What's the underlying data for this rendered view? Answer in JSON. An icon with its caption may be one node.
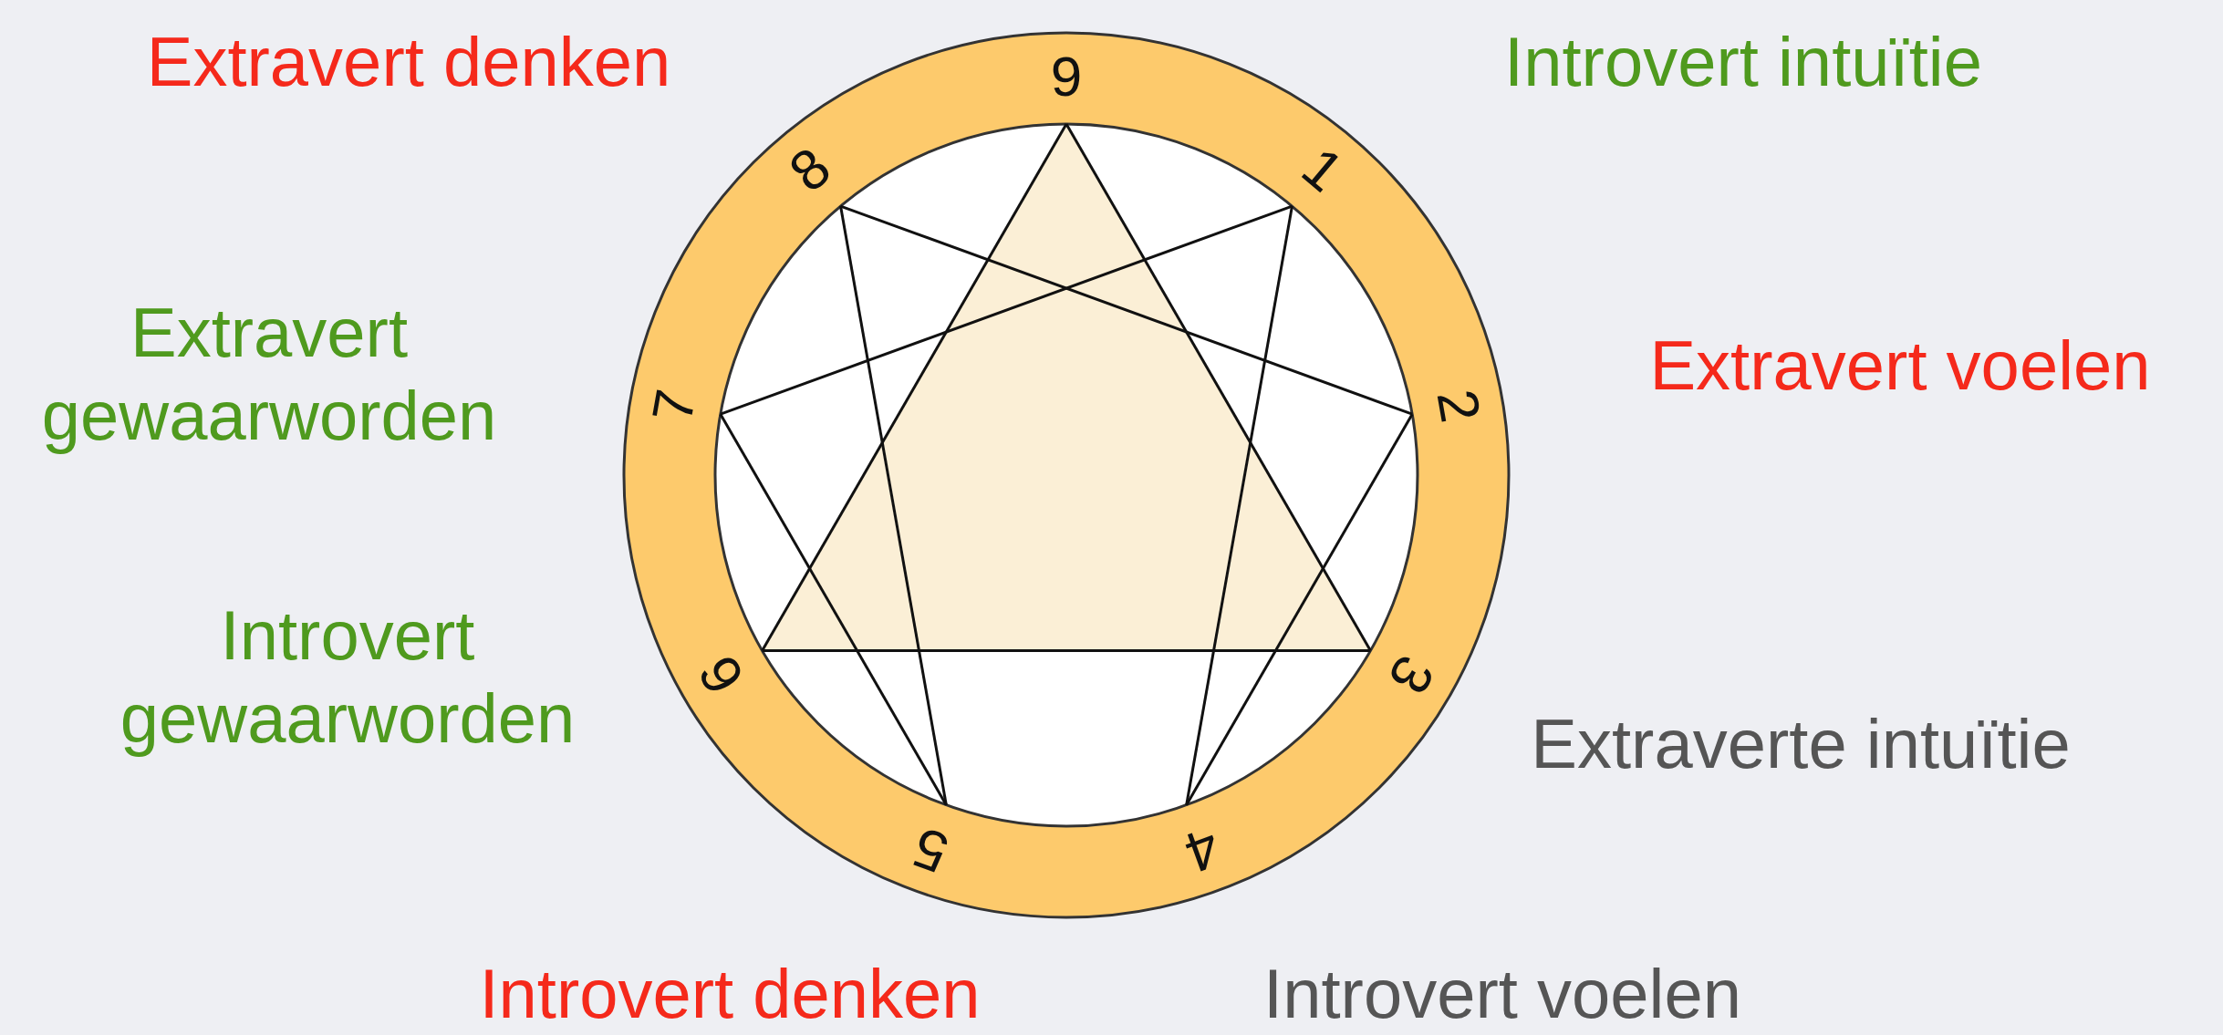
{
  "diagram": {
    "nodes": [
      {
        "text": [
          "9"
        ]
      },
      {
        "text": [
          "8"
        ]
      },
      {
        "text": [
          "1"
        ]
      },
      {
        "text": [
          "7"
        ]
      },
      {
        "text": [
          "2"
        ]
      },
      {
        "text": [
          "6"
        ]
      },
      {
        "text": [
          "3"
        ]
      },
      {
        "text": [
          "5"
        ]
      },
      {
        "text": [
          "4"
        ]
      }
    ],
    "edges": [
      {
        "from": 0,
        "to": 6,
        "arrow": "none"
      },
      {
        "from": 6,
        "to": 5,
        "arrow": "none"
      },
      {
        "from": 5,
        "to": 0,
        "arrow": "none"
      },
      {
        "from": 2,
        "to": 8,
        "arrow": "none"
      },
      {
        "from": 8,
        "to": 4,
        "arrow": "none"
      },
      {
        "from": 4,
        "to": 1,
        "arrow": "none"
      },
      {
        "from": 1,
        "to": 7,
        "arrow": "none"
      },
      {
        "from": 7,
        "to": 3,
        "arrow": "none"
      },
      {
        "from": 3,
        "to": 2,
        "arrow": "none"
      }
    ],
    "labels": [
      "Extravert denken",
      "Introvert intuïtie",
      "Extravert gewaarworden",
      "Extravert voelen",
      "Introvert gewaarworden",
      "Extraverte intuïtie",
      "Introvert denken",
      "Introvert voelen"
    ]
  }
}
